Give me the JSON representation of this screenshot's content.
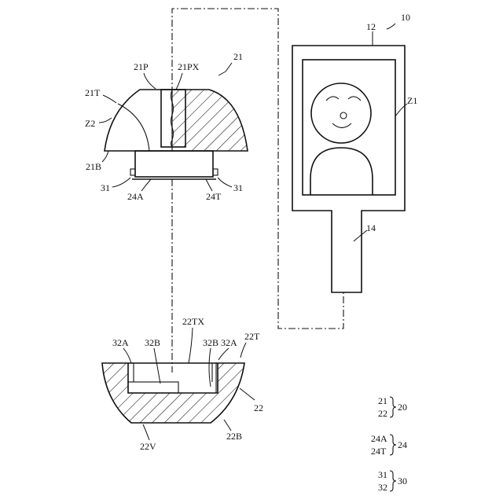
{
  "labels": {
    "device": "10",
    "screen": "12",
    "handle": "14",
    "image": "Z1",
    "upper_part": "21",
    "upper_p": "21P",
    "upper_px": "21PX",
    "upper_top": "21T",
    "upper_bottom": "21B",
    "upper_zone": "Z2",
    "connector_a": "24A",
    "connector_t": "24T",
    "magnet_left": "31",
    "magnet_right": "31",
    "lower_top": "22T",
    "lower_tx": "22TX",
    "lower_part": "22",
    "lower_bottom": "22B",
    "lower_v": "22V",
    "recess_a_left": "32A",
    "recess_b_left": "32B",
    "recess_b_right": "32B",
    "recess_a_right": "32A"
  },
  "legend": {
    "g20": {
      "top": "21",
      "bottom": "22",
      "ref": "20"
    },
    "g24": {
      "top": "24A",
      "bottom": "24T",
      "ref": "24"
    },
    "g30": {
      "top": "31",
      "bottom": "32",
      "ref": "30"
    }
  }
}
